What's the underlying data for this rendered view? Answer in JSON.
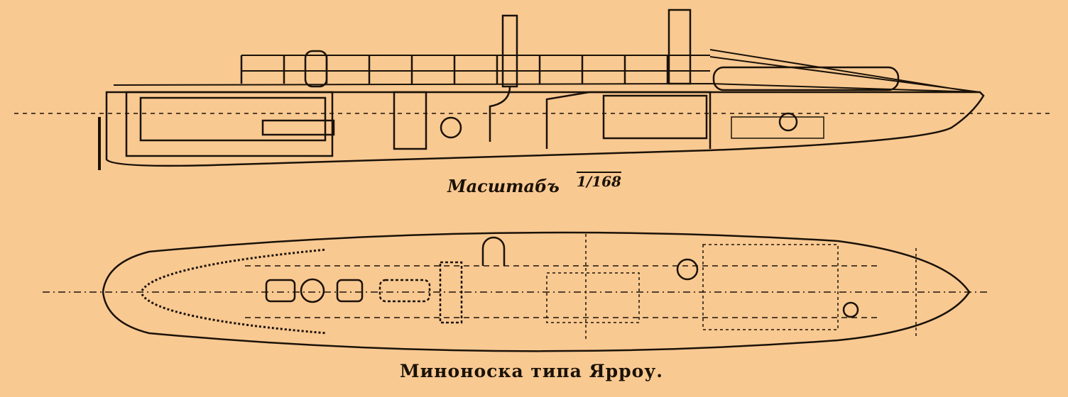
{
  "side_view": {
    "scale_label": "Масштабъ",
    "scale_value": "1/168"
  },
  "plan_view": {
    "caption": "Миноноска типа Ярроу."
  },
  "colors": {
    "paper": "#f9c992",
    "ink": "#1a1208"
  }
}
